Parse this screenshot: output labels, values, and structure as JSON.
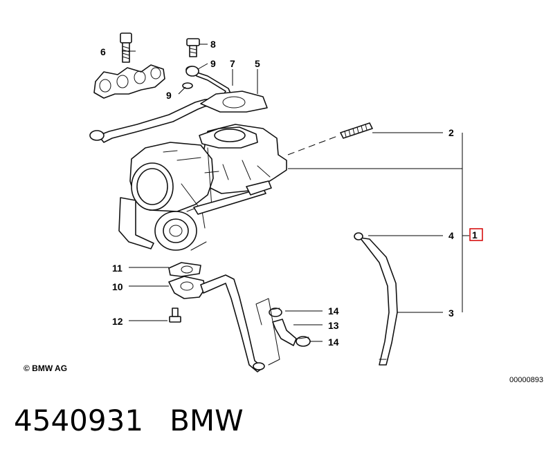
{
  "callouts": {
    "c1": "1",
    "c2": "2",
    "c3": "3",
    "c4": "4",
    "c5": "5",
    "c6": "6",
    "c7": "7",
    "c8": "8",
    "c9a": "9",
    "c9b": "9",
    "c10": "10",
    "c11": "11",
    "c12": "12",
    "c13": "13",
    "c14a": "14",
    "c14b": "14"
  },
  "copyright": "© BMW AG",
  "diagram_id": "00000893",
  "footer": {
    "part_number": "4540931",
    "brand": "BMW"
  },
  "colors": {
    "highlight": "#d40000",
    "line": "#000000"
  }
}
